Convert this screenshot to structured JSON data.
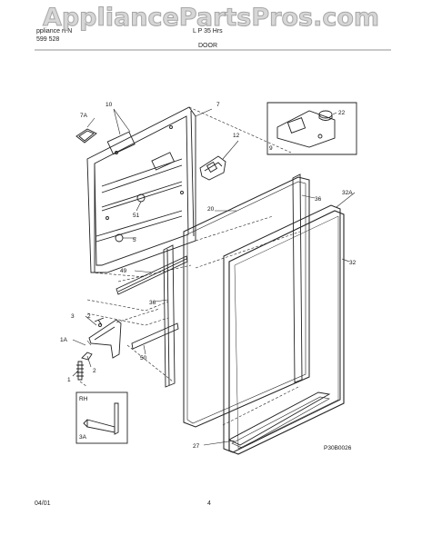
{
  "header": {
    "left_line1": "ppliance  rt  N",
    "left_line2": "599   528",
    "right_line1": "L P 35  Hrs",
    "section_title": "DOOR"
  },
  "watermark": "AppliancePartsPros.com",
  "parts": {
    "p1": "1",
    "p1a": "1A",
    "p2a": "2",
    "p2b": "2",
    "p3": "3",
    "p3a": "3A",
    "p5": "5",
    "p7": "7",
    "p7a": "7A",
    "p9": "9",
    "p10": "10",
    "p12": "12",
    "p20": "20",
    "p22": "22",
    "p27": "27",
    "p32": "32",
    "p32a": "32A",
    "p36a": "36",
    "p36b": "36",
    "p49": "49",
    "p50": "50",
    "p51": "51"
  },
  "inset_label": "RH",
  "diagram_code": "P30B0026",
  "footer": {
    "date": "04/01",
    "page": "4"
  }
}
